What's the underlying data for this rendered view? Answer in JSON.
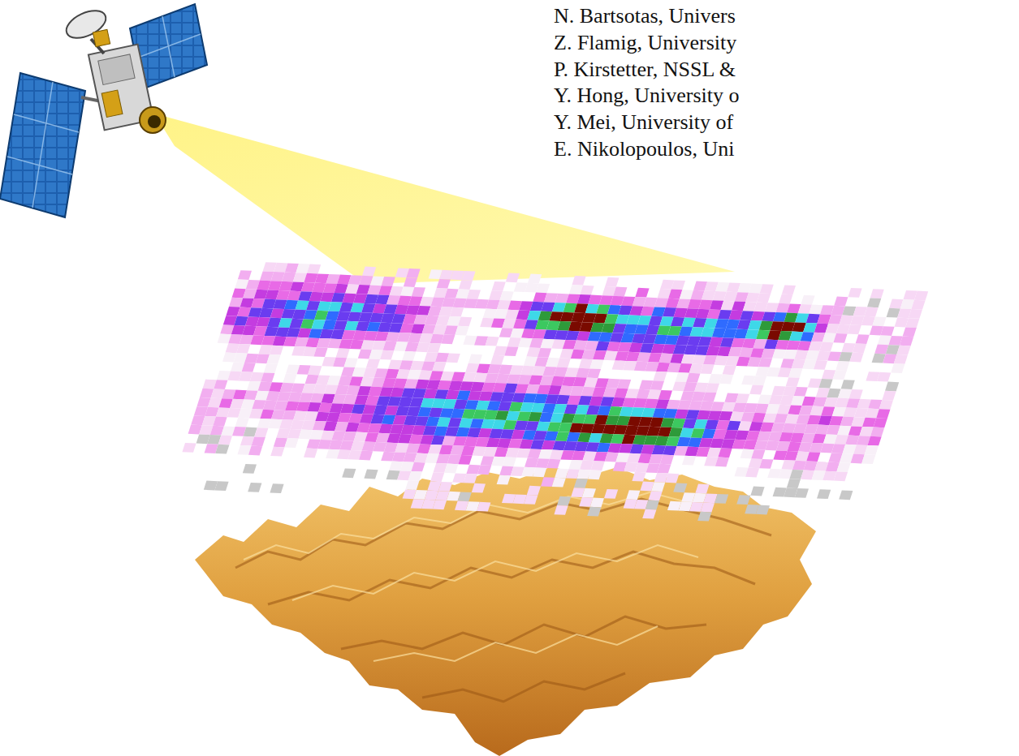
{
  "diagram": {
    "labels": [
      "N. Bartsotas, Univers",
      "Z. Flamig, University",
      "P. Kirstetter, NSSL &",
      "Y. Hong, University o",
      "Y. Mei, University of",
      "E. Nikolopoulos, Uni"
    ]
  }
}
